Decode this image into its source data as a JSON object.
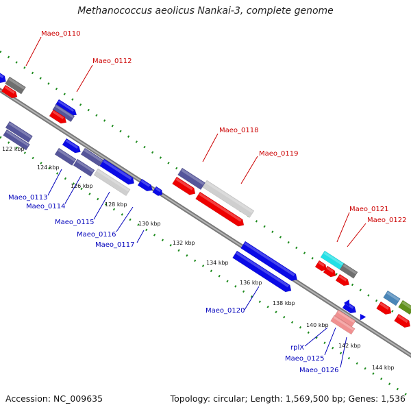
{
  "title": "Methanococcus aeolicus Nankai-3, complete genome",
  "footer": {
    "accession": "Accession: NC_009635",
    "summary": "Topology: circular; Length: 1,569,500 bp; Genes: 1,536"
  },
  "colors": {
    "blue": "#0a0ae6",
    "darkslate": "#55559a",
    "gray": "#6e6e6e",
    "lightgray": "#cfcfcf",
    "red": "#ee0000",
    "cyan": "#22e0e6",
    "pink": "#f09090",
    "steel": "#4a86b8",
    "olive": "#5f8f1c",
    "green_tick": "#1c8a1c",
    "label_red": "#cc0000",
    "label_blue": "#0000bb"
  },
  "ruler_labels": [
    "122 kbp",
    "124 kbp",
    "126 kbp",
    "128 kbp",
    "130 kbp",
    "132 kbp",
    "134 kbp",
    "136 kbp",
    "138 kbp",
    "140 kbp",
    "142 kbp",
    "144 kbp"
  ],
  "gene_labels_top": [
    "Maeo_0110",
    "Maeo_0112",
    "Maeo_0118",
    "Maeo_0119",
    "Maeo_0121",
    "Maeo_0122"
  ],
  "gene_labels_bottom": [
    "Maeo_0113",
    "Maeo_0114",
    "Maeo_0115",
    "Maeo_0116",
    "Maeo_0117",
    "Maeo_0120",
    "rplX",
    "Maeo_0125",
    "Maeo_0126"
  ]
}
